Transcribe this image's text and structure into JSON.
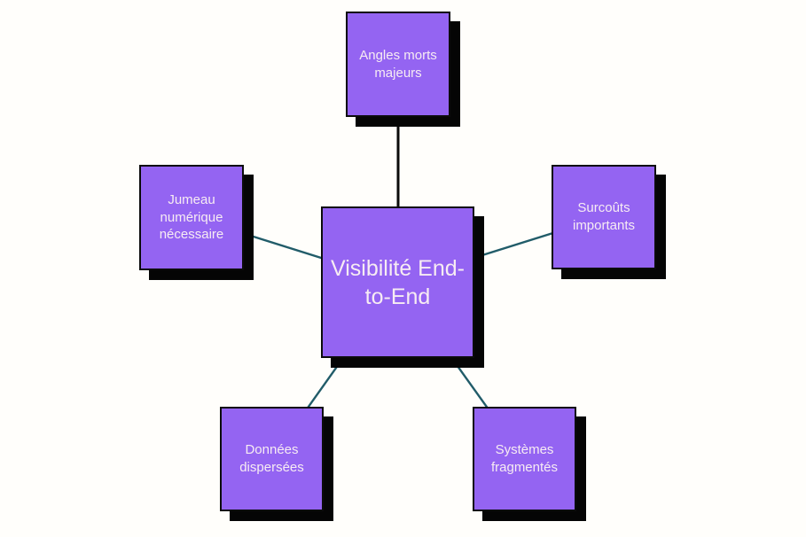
{
  "diagram": {
    "type": "radial-mind-map",
    "center": {
      "label": "Visibilité End-to-End"
    },
    "nodes": [
      {
        "id": "top",
        "label": "Angles morts majeurs"
      },
      {
        "id": "left",
        "label": "Jumeau numérique nécessaire"
      },
      {
        "id": "right",
        "label": "Surcoûts importants"
      },
      {
        "id": "bottom-left",
        "label": "Données dispersées"
      },
      {
        "id": "bottom-right",
        "label": "Systèmes fragmentés"
      }
    ],
    "connections": [
      {
        "from": "center",
        "to": "top"
      },
      {
        "from": "center",
        "to": "left"
      },
      {
        "from": "center",
        "to": "right"
      },
      {
        "from": "center",
        "to": "bottom-left"
      },
      {
        "from": "center",
        "to": "bottom-right"
      }
    ],
    "colors": {
      "node_fill": "#9464f2",
      "node_border": "#0b0b0b",
      "node_shadow": "#050505",
      "node_text": "#f7ecf3",
      "connector_top": "#0b0b0b",
      "connector_diagonal": "#215c69",
      "background": "#fffefb"
    }
  }
}
